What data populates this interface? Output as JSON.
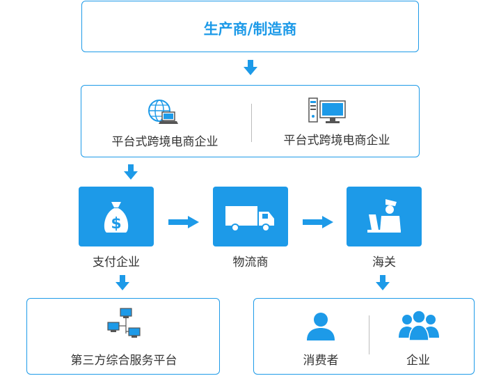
{
  "manufacturer": {
    "label": "生产商/制造商"
  },
  "ecommerce": {
    "left_label": "平台式跨境电商企业",
    "right_label": "平台式跨境电商企业"
  },
  "payment": {
    "label": "支付企业"
  },
  "logistics": {
    "label": "物流商"
  },
  "customs": {
    "label": "海关"
  },
  "third_party": {
    "label": "第三方综合服务平台"
  },
  "endpoints": {
    "consumer_label": "消费者",
    "enterprise_label": "企业"
  },
  "colors": {
    "accent": "#1d9ae8",
    "text": "#333333",
    "divider": "#bbbbbb"
  }
}
